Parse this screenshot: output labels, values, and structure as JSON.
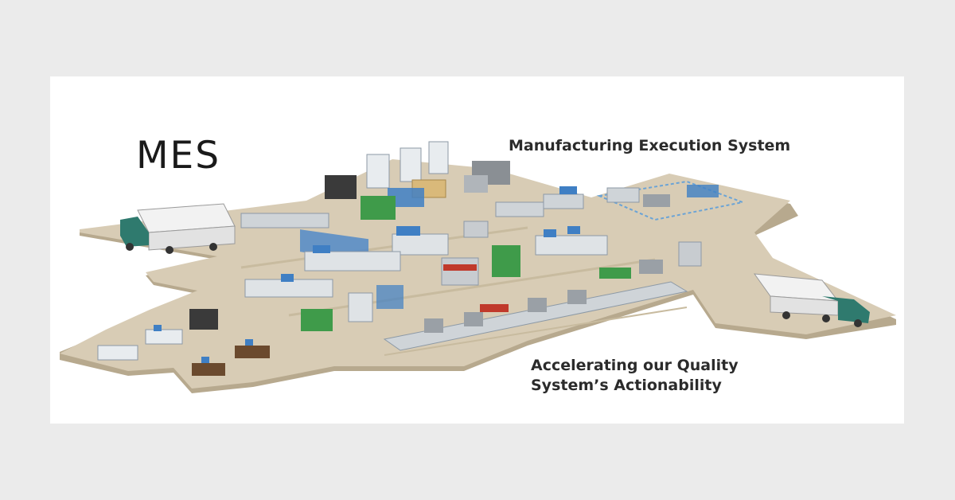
{
  "title": "MES",
  "headline": "Manufacturing Execution System",
  "tagline": {
    "line1": "Accelerating our Quality",
    "line2": "System’s Actionability"
  },
  "colors": {
    "page_background": "#ebebeb",
    "card_background": "#ffffff",
    "floor": "#d8ccb5",
    "floor_edge": "#b7a98e",
    "equipment_blue": "#3f7fc4",
    "equipment_green": "#3f9b4a",
    "truck_green": "#2f7a6e",
    "text": "#2b2b2b"
  }
}
